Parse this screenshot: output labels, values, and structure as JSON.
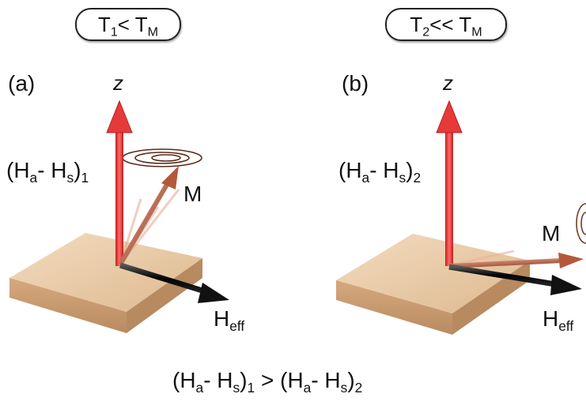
{
  "panel_a": {
    "letter": "(a)",
    "temp_main": "T",
    "temp_sub": "1",
    "temp_rel": "< T",
    "temp_rsub": "M",
    "axis": "z",
    "field_main": "(H",
    "field_sub_a": "a",
    "field_mid": "- H",
    "field_sub_s": "s",
    "field_close": ")",
    "field_idx": "1",
    "m_label": "M",
    "heff_main": "H",
    "heff_sub": "eff"
  },
  "panel_b": {
    "letter": "(b)",
    "temp_main": "T",
    "temp_sub": "2",
    "temp_rel": "<< T",
    "temp_rsub": "M",
    "axis": "z",
    "field_main": "(H",
    "field_sub_a": "a",
    "field_mid": "- H",
    "field_sub_s": "s",
    "field_close": ")",
    "field_idx": "2",
    "m_label": "M",
    "heff_main": "H",
    "heff_sub": "eff"
  },
  "relation": {
    "l_open": "(H",
    "l_a": "a",
    "l_mid": "- H",
    "l_s": "s",
    "l_close": ")",
    "l_idx": "1",
    "op": " > ",
    "r_open": "(H",
    "r_a": "a",
    "r_mid": "- H",
    "r_s": "s",
    "r_close": ")",
    "r_idx": "2"
  },
  "colors": {
    "slab_top": "#e8c8a2",
    "slab_side": "#c99a70",
    "z_arrow": "#e03030",
    "m_arrow": "#b5583a",
    "heff_arrow": "#151515"
  }
}
